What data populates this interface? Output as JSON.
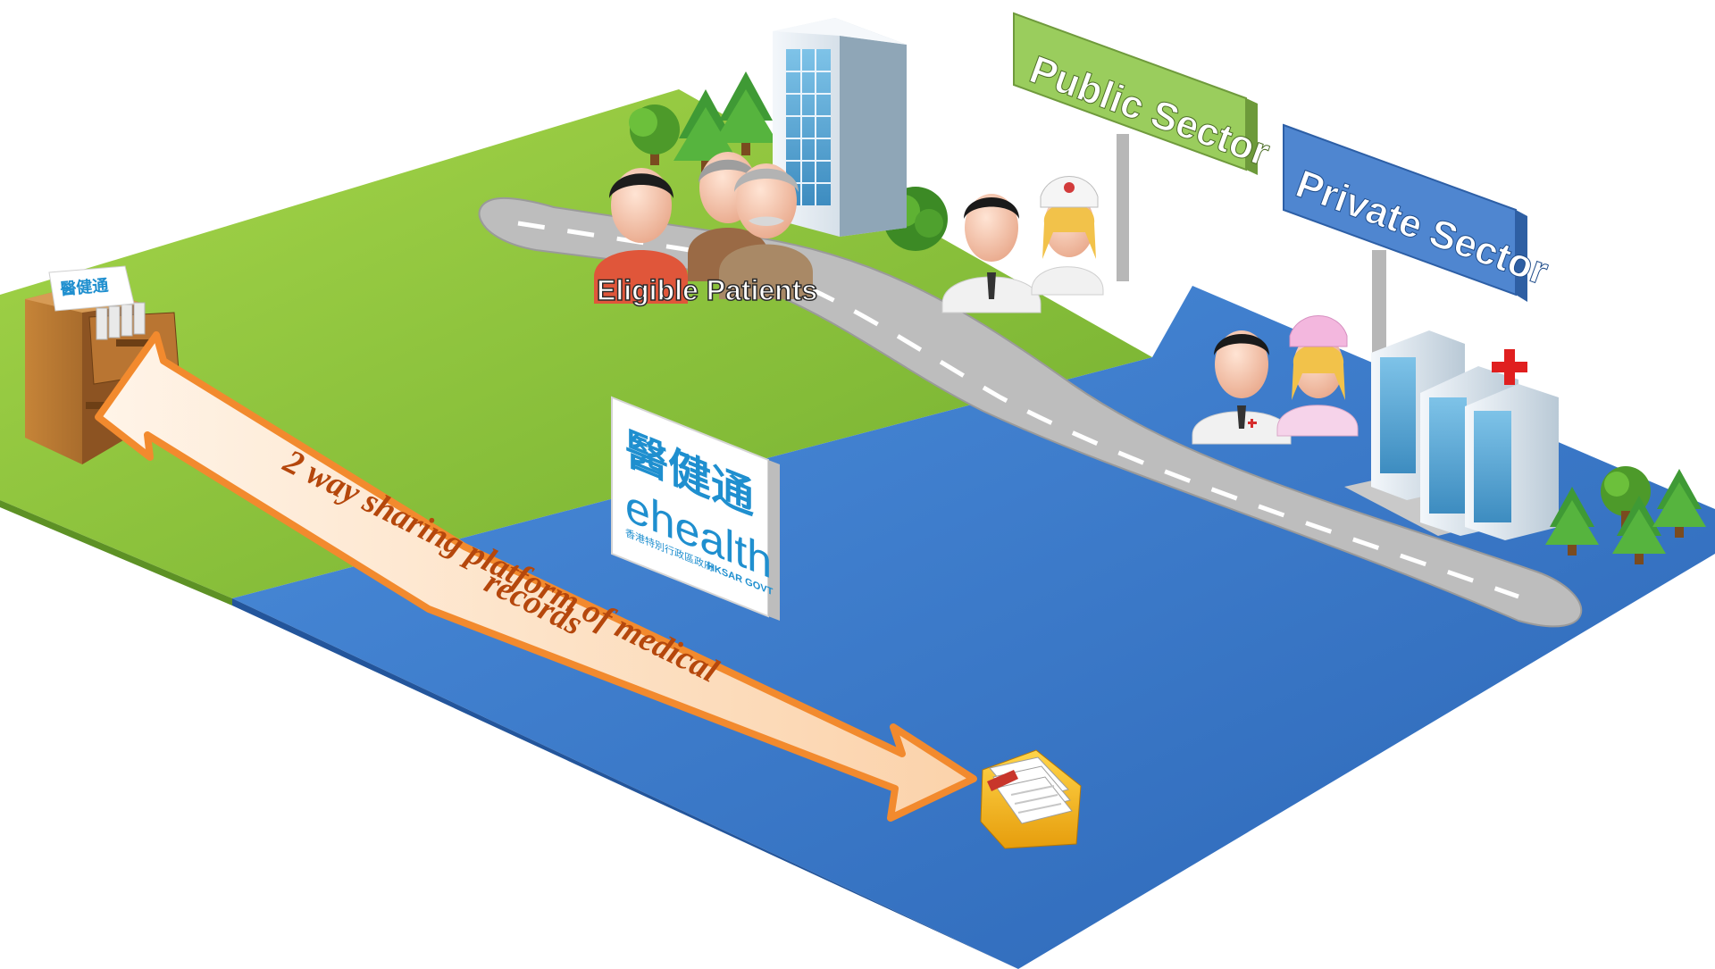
{
  "signs": {
    "public_sector": "Public Sector",
    "private_sector": "Private Sector"
  },
  "labels": {
    "eligible_patients": "Eligible Patients",
    "sharing_line1": "2 way sharing platform of medical",
    "sharing_line2": "records"
  },
  "ehealth_logo": {
    "chinese": "醫健通",
    "english": "ehealth",
    "chinese_subtitle": "香港特別行政區政府",
    "english_subtitle": "HKSAR GOVT"
  },
  "colors": {
    "public_land": "#8fc83e",
    "private_water": "#3f7fd0",
    "road": "#b9b9b9",
    "public_sign": "#8dc051",
    "private_sign": "#4d86cf",
    "arrow_fill": "#fde2c8",
    "arrow_stroke": "#f28a2e",
    "arrow_text": "#b5470c",
    "cabinet": "#a8672a",
    "ehealth_blue": "#1f8fcf"
  },
  "icons": [
    "filing-cabinet-icon",
    "medical-folder-icon",
    "hospital-building-icon",
    "tree-icon",
    "doctor-icon",
    "nurse-icon",
    "patient-icon"
  ]
}
